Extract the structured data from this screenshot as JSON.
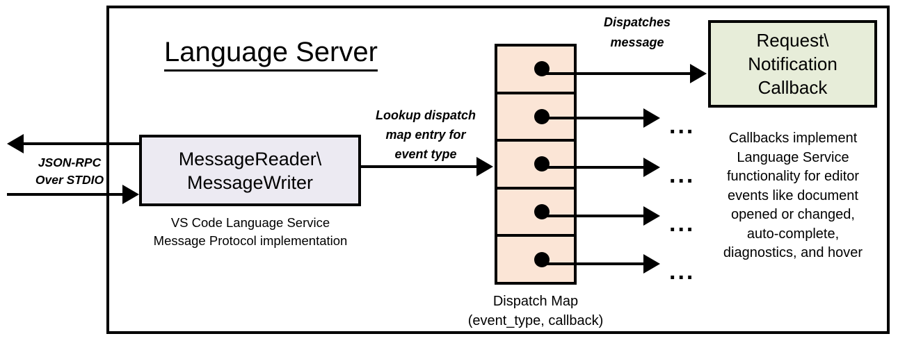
{
  "diagram": {
    "title": "Language Server",
    "io_label": "JSON-RPC\nOver STDIO",
    "message_box": {
      "title": "MessageReader\\\nMessageWriter",
      "caption": "VS Code Language Service\nMessage Protocol implementation"
    },
    "lookup_label": "Lookup dispatch\nmap entry for\nevent type",
    "dispatch_map": {
      "caption": "Dispatch Map\n(event_type, callback)",
      "row_count": 5,
      "fill_color": "#FBE5D6"
    },
    "dispatches_label": "Dispatches\nmessage",
    "callback_box": {
      "title": "Request\\\nNotification\nCallback",
      "caption": "Callbacks implement\nLanguage Service\nfunctionality for editor\nevents like document\nopened or changed,\nauto-complete,\ndiagnostics, and hover",
      "fill_color": "#E7EDD9"
    },
    "ellipsis": "...",
    "colors": {
      "stroke": "#000000",
      "message_box_fill": "#ECEAF2",
      "background": "#FFFFFF"
    }
  }
}
